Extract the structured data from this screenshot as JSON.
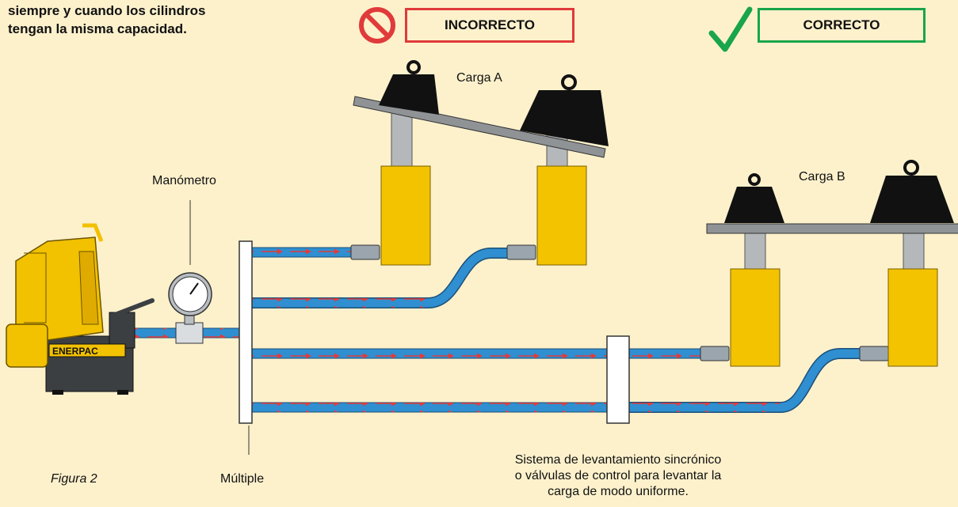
{
  "intro_text": [
    "siempre y cuando los cilindros",
    "tengan la misma capacidad."
  ],
  "badges": {
    "incorrect": "INCORRECTO",
    "correct": "CORRECTO"
  },
  "labels": {
    "load_a": "Carga A",
    "load_b": "Carga B",
    "gauge": "Manómetro",
    "manifold": "Múltiple",
    "figure": "Figura 2",
    "pump_brand": "ENERPAC"
  },
  "sync_note": [
    "Sistema de levantamiento sincrónico",
    "o válvulas de control para levantar la",
    "carga de modo uniforme."
  ],
  "colors": {
    "background": "#fdf1cc",
    "cylinder": "#f3c300",
    "hose": "#2f8fd0",
    "arrow": "#e23b3b",
    "incorrect": "#e03a3a",
    "correct": "#19a54a"
  },
  "icons": {
    "incorrect": "prohibited-icon",
    "correct": "checkmark-icon"
  }
}
